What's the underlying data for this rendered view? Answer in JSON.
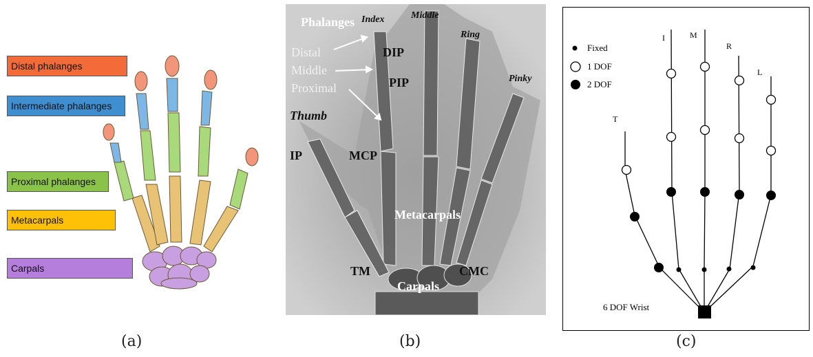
{
  "panel_a": {
    "labels": [
      {
        "text": "Distal phalanges",
        "color": "#f26b38"
      },
      {
        "text": "Intermediate phalanges",
        "color": "#3f8fd0"
      },
      {
        "text": "Proximal phalanges",
        "color": "#8bc34a"
      },
      {
        "text": "Metacarpals",
        "color": "#ffc107"
      },
      {
        "text": "Carpals",
        "color": "#b57edc"
      }
    ],
    "caption": "(a)"
  },
  "panel_b": {
    "labels": {
      "phalanges": "Phalanges",
      "index": "Index",
      "middle_finger": "Middle",
      "ring": "Ring",
      "pinky": "Pinky",
      "thumb": "Thumb",
      "distal": "Distal",
      "middle": "Middle",
      "proximal": "Proximal",
      "dip": "DIP",
      "pip": "PIP",
      "mcp": "MCP",
      "ip": "IP",
      "metacarpals": "Metacarpals",
      "tm": "TM",
      "cmc": "CMC",
      "carpals": "Carpals"
    },
    "caption": "(b)"
  },
  "panel_c": {
    "legend": {
      "fixed": "Fixed",
      "dof1": "1 DOF",
      "dof2": "2 DOF"
    },
    "fingers": {
      "t": "T",
      "i": "I",
      "m": "M",
      "r": "R",
      "l": "L"
    },
    "wrist": "6 DOF Wrist",
    "caption": "(c)"
  }
}
